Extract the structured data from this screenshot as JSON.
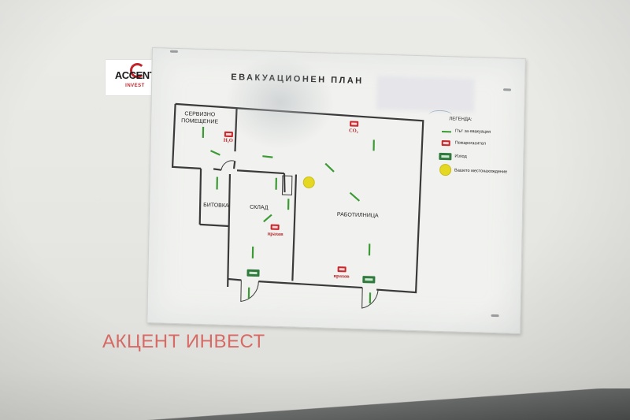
{
  "logo": {
    "main": "ACCENT",
    "sub": "INVEST"
  },
  "plan": {
    "title": "ЕВАКУАЦИОНЕН ПЛАН",
    "rooms": {
      "service": "СЕРВИЗНО\nПОМЕЩЕНИЕ",
      "bitovka": "БИТОВКА",
      "warehouse": "СКЛАД",
      "workshop": "РАБОТИЛНИЦА"
    },
    "extinguisher_labels": {
      "service": "H₂O",
      "workshop_top": "CO₂",
      "warehouse": "прахов",
      "workshop_bottom": "прахов"
    }
  },
  "legend": {
    "title": "ЛЕГЕНДА:",
    "items": [
      {
        "icon": "evacuation-path-icon",
        "label": "Път за евакуация"
      },
      {
        "icon": "fire-extinguisher-icon",
        "label": "Пожарогасител"
      },
      {
        "icon": "exit-sign-icon",
        "label": "Изход"
      },
      {
        "icon": "you-are-here-icon",
        "label": "Вашето местонахождение"
      }
    ]
  },
  "watermark": "АКЦЕНТ ИНВЕСТ",
  "colors": {
    "wall": "#e8e8e4",
    "path": "#3c9a35",
    "extinguisher": "#c7262b",
    "exit": "#2f7a3c",
    "location": "#e5d823",
    "watermark": "#d85e5a"
  }
}
